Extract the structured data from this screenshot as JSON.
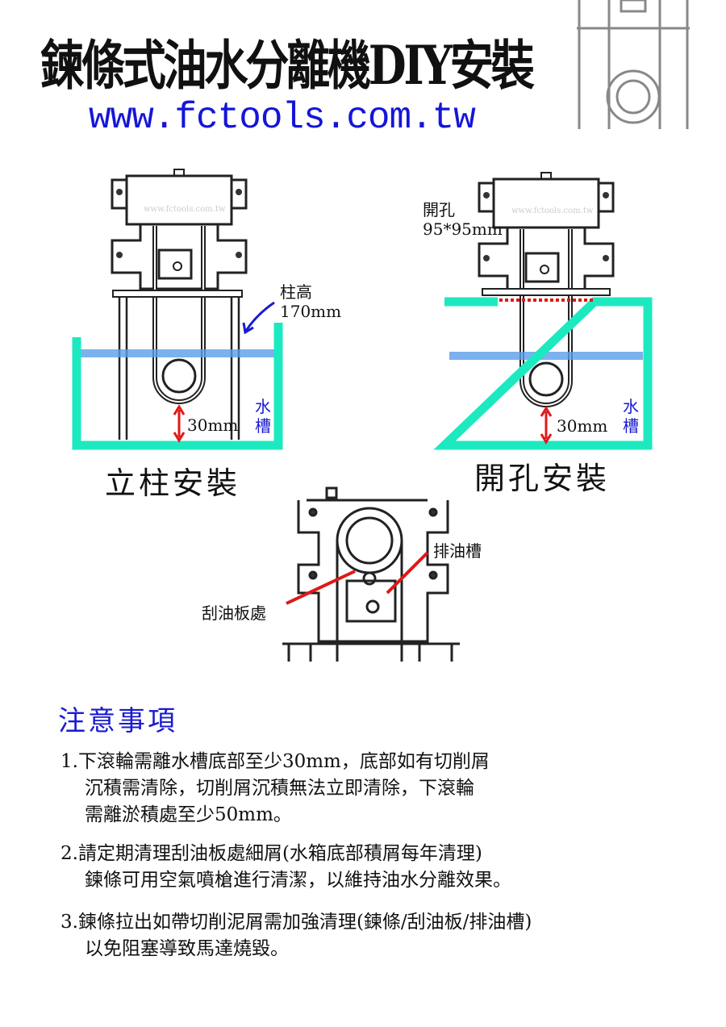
{
  "header": {
    "title": "鍊條式油水分離機DIY安裝",
    "url": "www.fctools.com.tw"
  },
  "diagram_post": {
    "caption": "立柱安裝",
    "post_height_label": "柱高",
    "post_height_value": "170mm",
    "gap_label": "30mm",
    "tank_label": [
      "水",
      "槽"
    ],
    "watermark": "www.fctools.com.tw"
  },
  "diagram_hole": {
    "caption": "開孔安裝",
    "hole_label": "開孔",
    "hole_size": "95*95mm",
    "gap_label": "30mm",
    "tank_label": [
      "水",
      "槽"
    ],
    "watermark": "www.fctools.com.tw"
  },
  "diagram_detail": {
    "oil_drain_label": "排油槽",
    "scraper_label": "刮油板處"
  },
  "notes": {
    "title": "注意事項",
    "items": [
      {
        "lines": [
          "1.下滾輪需離水槽底部至少30mm，底部如有切削屑",
          "沉積需清除，切削屑沉積無法立即清除，下滾輪",
          "需離淤積處至少50mm。"
        ]
      },
      {
        "lines": [
          "2.請定期清理刮油板處細屑(水箱底部積屑每年清理)",
          "鍊條可用空氣噴槍進行清潔，以維持油水分離效果。"
        ]
      },
      {
        "lines": [
          "3.鍊條拉出如帶切削泥屑需加強清理(鍊條/刮油板/排油槽)",
          "以免阻塞導致馬達燒毀。"
        ]
      }
    ]
  },
  "colors": {
    "tank": "#1de9c0",
    "water": "#4a90e0",
    "accent_blue": "#1a1ad0",
    "arrow_red": "#e01818"
  }
}
